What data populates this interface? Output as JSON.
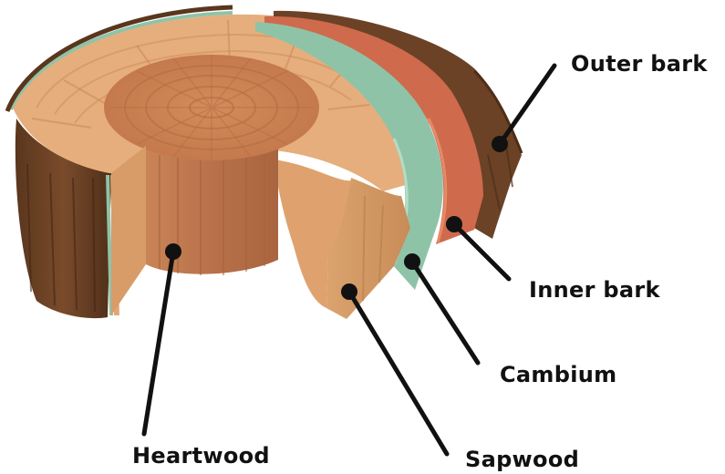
{
  "labels": {
    "outer_bark": "Outer bark",
    "inner_bark": "Inner bark",
    "cambium": "Cambium",
    "sapwood": "Sapwood",
    "heartwood": "Heartwood"
  },
  "colors": {
    "outer_bark": "#6b4226",
    "outer_bark_dark": "#4e2e18",
    "inner_bark": "#d0684a",
    "cambium": "#8fc3a8",
    "sapwood_top": "#e7b07e",
    "sapwood_side": "#d49a66",
    "heartwood_top": "#cc8558",
    "heartwood_side": "#c07a4e",
    "leader": "#111111"
  }
}
